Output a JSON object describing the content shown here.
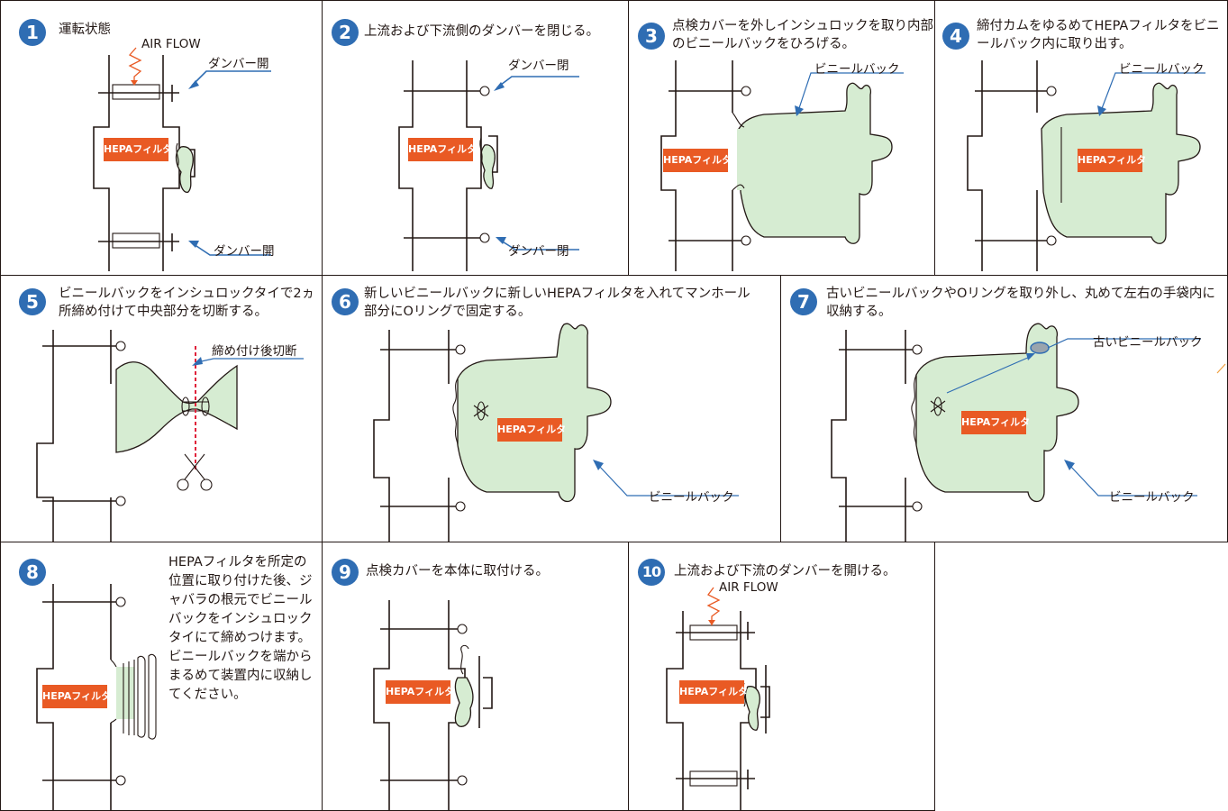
{
  "steps": [
    {
      "num": "1",
      "caption": "運転状態",
      "labels": {
        "airflow": "AIR FLOW",
        "damper_top": "ダンバー開",
        "damper_bottom": "ダンバー開"
      },
      "hepa": "HEPAフィルタ"
    },
    {
      "num": "2",
      "caption": "上流および下流側のダンバーを閉じる。",
      "labels": {
        "damper_top": "ダンバー閉",
        "damper_bottom": "ダンバー閉"
      },
      "hepa": "HEPAフィルタ"
    },
    {
      "num": "3",
      "caption": "点検カバーを外しインシュロックを取り内部のビニールバックをひろげる。",
      "labels": {
        "bag": "ビニールバック"
      },
      "hepa": "HEPAフィルタ"
    },
    {
      "num": "4",
      "caption": "締付カムをゆるめてHEPAフィルタをビニールバック内に取り出す。",
      "labels": {
        "bag": "ビニールバック"
      },
      "hepa": "HEPAフィルタ"
    },
    {
      "num": "5",
      "caption": "ビニールバックをインシュロックタイで2ヵ所締め付けて中央部分を切断する。",
      "labels": {
        "cut": "締め付け後切断"
      }
    },
    {
      "num": "6",
      "caption": "新しいビニールバックに新しいHEPAフィルタを入れてマンホール部分にOリングで固定する。",
      "labels": {
        "bag": "ビニールバック"
      },
      "hepa": "HEPAフィルタ"
    },
    {
      "num": "7",
      "caption": "古いビニールバックやOリングを取り外し、丸めて左右の手袋内に収納する。",
      "labels": {
        "old_bag": "古いビニールバック",
        "bag": "ビニールバック"
      },
      "hepa": "HEPAフィルタ"
    },
    {
      "num": "8",
      "caption": "HEPAフィルタを所定の位置に取り付けた後、ジャバラの根元でビニールバックをインシュロックタイにて締めつけます。ビニールバックを端からまるめて装置内に収納してください。",
      "hepa": "HEPAフィルタ"
    },
    {
      "num": "9",
      "caption": "点検カバーを本体に取付ける。",
      "hepa": "HEPAフィルタ"
    },
    {
      "num": "10",
      "caption": "上流および下流のダンバーを開ける。",
      "labels": {
        "airflow": "AIR FLOW"
      },
      "hepa": "HEPAフィルタ"
    }
  ],
  "colors": {
    "badge": "#2f6db3",
    "hepa": "#e95a24",
    "bag": "#d6ecd2",
    "arrow": "#2f6db3"
  }
}
